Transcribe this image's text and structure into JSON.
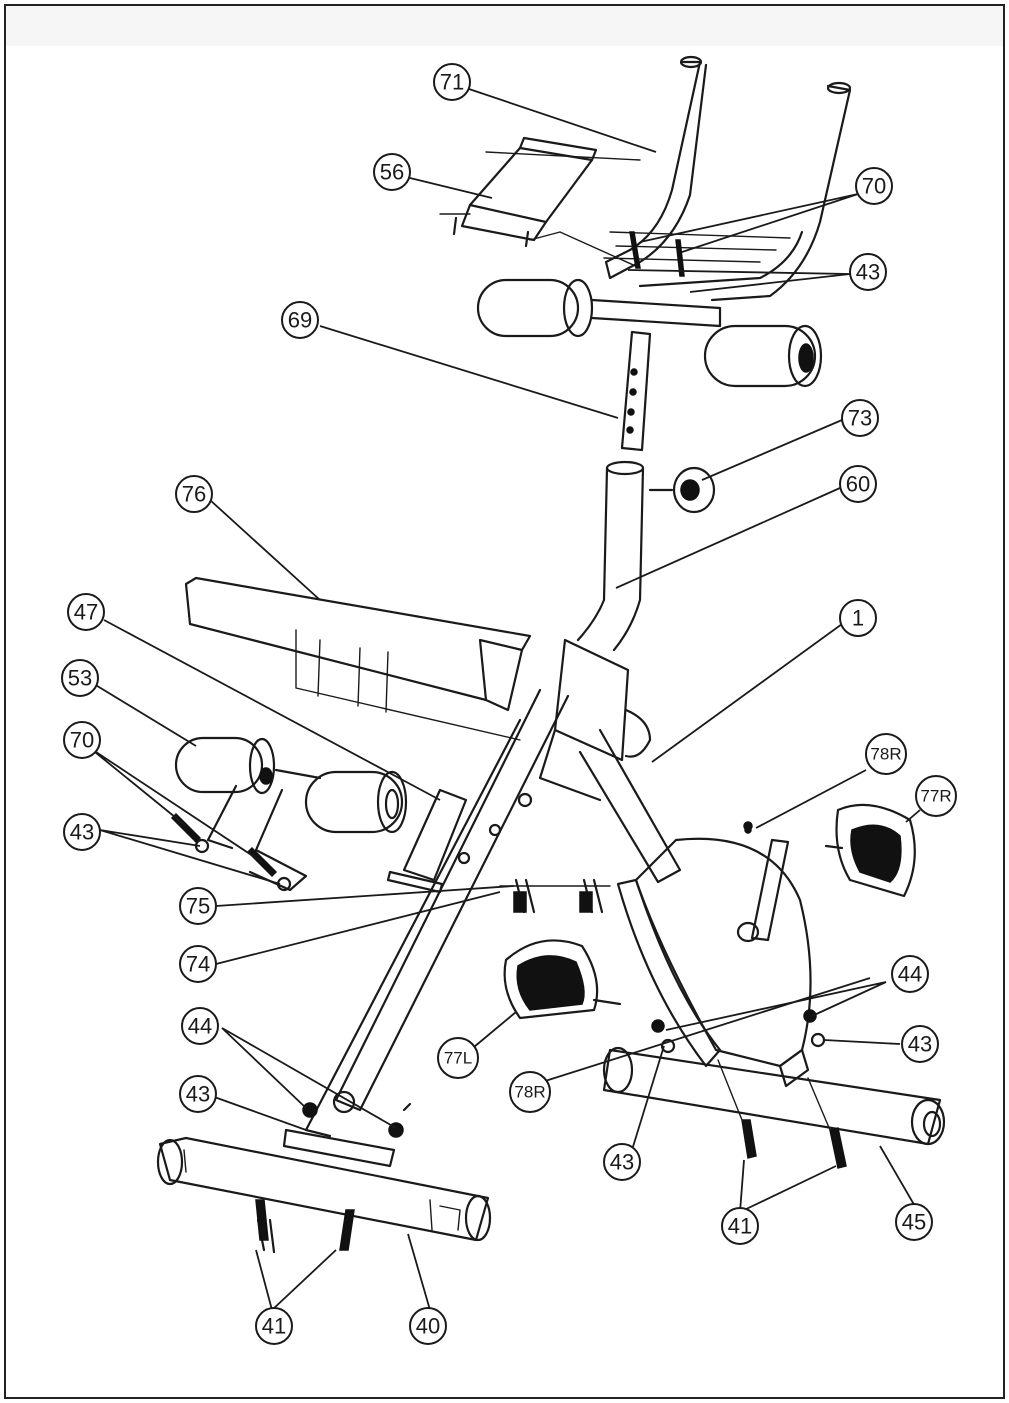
{
  "callouts": [
    {
      "label": "71"
    },
    {
      "label": "56"
    },
    {
      "label": "70"
    },
    {
      "label": "43"
    },
    {
      "label": "69"
    },
    {
      "label": "73"
    },
    {
      "label": "60"
    },
    {
      "label": "76"
    },
    {
      "label": "47"
    },
    {
      "label": "1"
    },
    {
      "label": "53"
    },
    {
      "label": "70"
    },
    {
      "label": "78R"
    },
    {
      "label": "77R"
    },
    {
      "label": "43"
    },
    {
      "label": "75"
    },
    {
      "label": "74"
    },
    {
      "label": "44"
    },
    {
      "label": "43"
    },
    {
      "label": "77L"
    },
    {
      "label": "78R"
    },
    {
      "label": "44"
    },
    {
      "label": "43"
    },
    {
      "label": "43"
    },
    {
      "label": "41"
    },
    {
      "label": "45"
    },
    {
      "label": "41"
    },
    {
      "label": "40"
    }
  ],
  "colors": {
    "line": "#1a1a1a",
    "background": "#ffffff"
  }
}
